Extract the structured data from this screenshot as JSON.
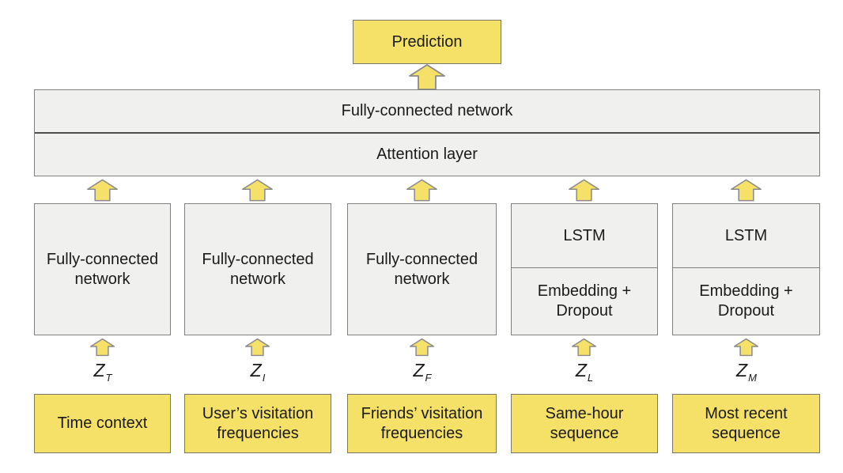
{
  "diagram": {
    "prediction_label": "Prediction",
    "top_block": {
      "fully_connected_label": "Fully-connected network",
      "attention_label": "Attention layer"
    },
    "z_base": "Z",
    "columns": [
      {
        "box_label": "Fully-connected network",
        "z_sub": "T",
        "input_label": "Time context"
      },
      {
        "box_label": "Fully-connected network",
        "z_sub": "I",
        "input_label": "User’s visitation frequencies"
      },
      {
        "box_label": "Fully-connected network",
        "z_sub": "F",
        "input_label": "Friends’ visitation frequencies"
      },
      {
        "box_top_label": "LSTM",
        "box_bottom_label": "Embedding + Dropout",
        "z_sub": "L",
        "input_label": "Same-hour sequence"
      },
      {
        "box_top_label": "LSTM",
        "box_bottom_label": "Embedding + Dropout",
        "z_sub": "M",
        "input_label": "Most recent sequence"
      }
    ],
    "colors": {
      "yellow_fill": "#f5e167",
      "gray_fill": "#f0f0ee",
      "box_border": "#7f7f7f",
      "arrow_fill": "#f5e167",
      "arrow_stroke": "#8a8a8a",
      "text": "#1a1a1a"
    }
  }
}
